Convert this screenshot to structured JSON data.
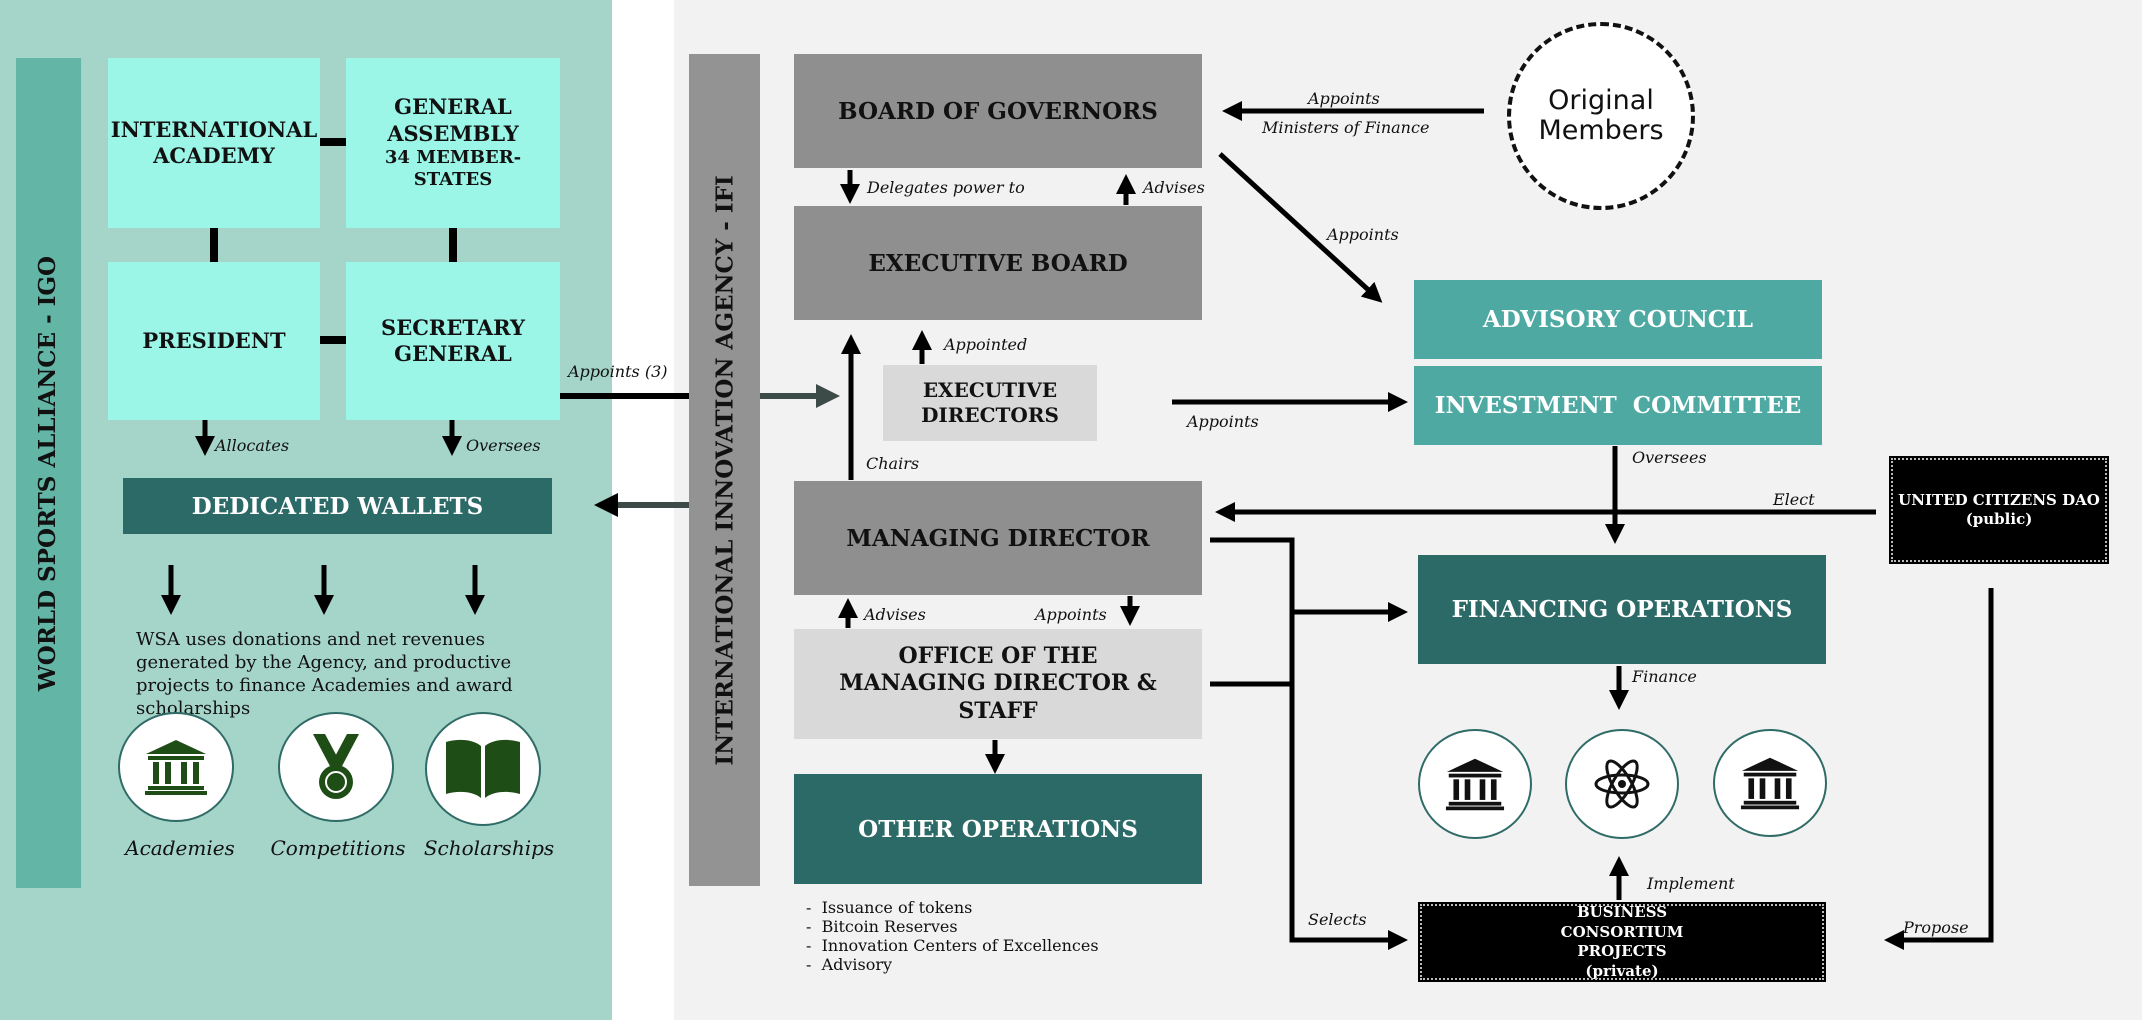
{
  "wsa": {
    "title": "WORLD SPORTS ALLIANCE  - IGO",
    "international_academy": "INTERNATIONAL ACADEMY",
    "general_assembly": "GENERAL ASSEMBLY",
    "general_assembly_sub": "34 MEMBER-STATES",
    "president": "PRESIDENT",
    "secretary_general": "SECRETARY GENERAL",
    "allocates": "Allocates",
    "oversees": "Oversees",
    "dedicated_wallets": "DEDICATED WALLETS",
    "description": "WSA uses donations and net revenues generated by the Agency, and productive projects to finance Academies and award scholarships",
    "icons": [
      {
        "name": "Academies",
        "icon": "institution-icon"
      },
      {
        "name": "Competitions",
        "icon": "medal-icon"
      },
      {
        "name": "Scholarships",
        "icon": "book-icon"
      }
    ]
  },
  "ifi": {
    "title": "INTERNATIONAL INNOVATION AGENCY - IFI",
    "appoints_3": "Appoints (3)",
    "board_of_governors": "BOARD OF GOVERNORS",
    "delegates": "Delegates power to",
    "advises_top": "Advises",
    "executive_board": "EXECUTIVE BOARD",
    "appointed": "Appointed",
    "executive_directors": "EXECUTIVE DIRECTORS",
    "chairs": "Chairs",
    "managing_director": "MANAGING DIRECTOR",
    "advises_bottom": "Advises",
    "appoints_staff": "Appoints",
    "office": "OFFICE OF THE MANAGING DIRECTOR & STAFF",
    "other_operations": "OTHER OPERATIONS",
    "operations_list": [
      "Issuance of tokens",
      "Bitcoin Reserves",
      "Innovation Centers of Excellences",
      "Advisory"
    ],
    "original_members": "Original Members",
    "appoints_top": "Appoints",
    "ministers_of_finance": "Ministers of Finance",
    "appoints_diag": "Appoints",
    "appoints_exec": "Appoints",
    "advisory_council": "ADVISORY COUNCIL",
    "investment_committee": "INVESTMENT  COMMITTEE",
    "oversees": "Oversees",
    "elect": "Elect",
    "dao": "UNITED CITIZENS DAO",
    "dao_sub": "(public)",
    "financing_operations": "FINANCING OPERATIONS",
    "finance": "Finance",
    "implement": "Implement",
    "selects": "Selects",
    "propose": "Propose",
    "consortium": "BUSINESS CONSORTIUM PROJECTS",
    "consortium_sub": "(private)",
    "project_icons": [
      "institution-icon",
      "atom-icon",
      "institution-icon"
    ]
  },
  "colors": {
    "wsa_bg": "#a5d4c8",
    "ifi_bg": "#f2f2f2",
    "mint": "#9bf6e7",
    "gray": "#8f8f8f",
    "light_gray": "#d9d9d9",
    "teal": "#4da9a2",
    "dark_teal": "#2c6a68",
    "dark_green": "#1f4d16"
  }
}
